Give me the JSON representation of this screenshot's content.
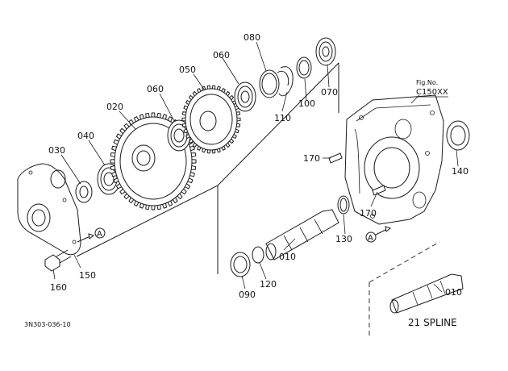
{
  "figure": {
    "fig_no_label": "Fig.No.",
    "fig_no_value": "C150XX",
    "drawing_code": "3N303-036-10",
    "spline_note": "21 SPLINE",
    "reference_mark": "A"
  },
  "callouts": {
    "p010": "010",
    "p010_alt": "010",
    "p020": "020",
    "p030": "030",
    "p040": "040",
    "p050": "050",
    "p060a": "060",
    "p060b": "060",
    "p070": "070",
    "p080": "080",
    "p090": "090",
    "p100": "100",
    "p110": "110",
    "p120": "120",
    "p130": "130",
    "p140": "140",
    "p150": "150",
    "p160": "160",
    "p170a": "170",
    "p170b": "170"
  }
}
